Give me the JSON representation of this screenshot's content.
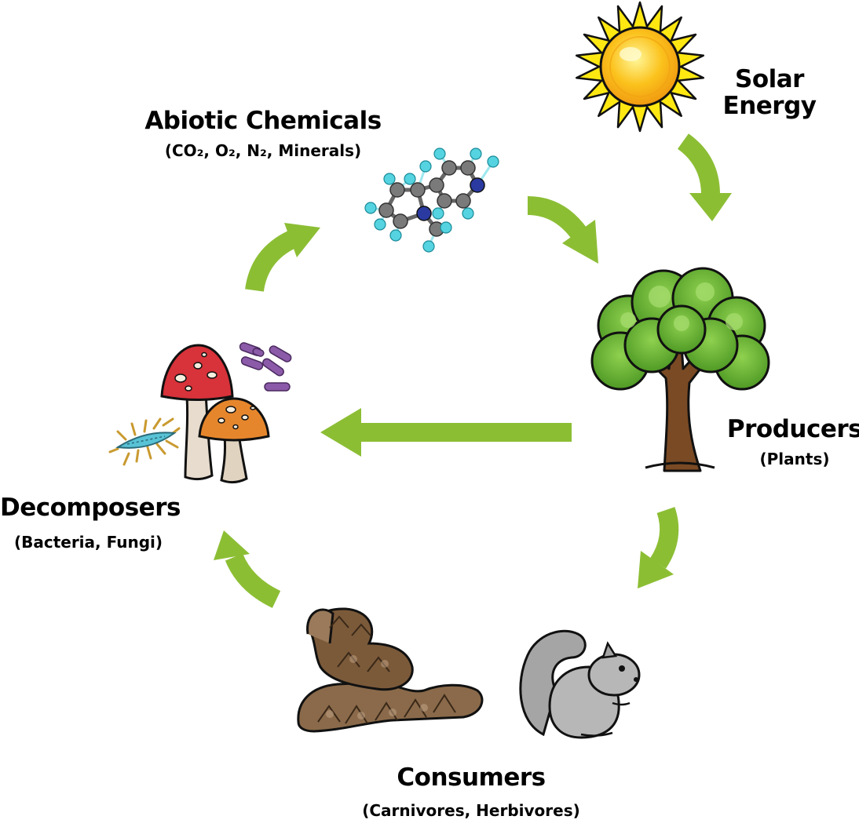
{
  "diagram": {
    "nodes": {
      "solar": {
        "title_line1": "Solar",
        "title_line2": "Energy",
        "icon": "sun-icon"
      },
      "abiotic": {
        "title": "Abiotic Chemicals",
        "subtitle": "(CO₂, O₂, N₂, Minerals)",
        "icon": "molecule-icon"
      },
      "producers": {
        "title": "Producers",
        "subtitle": "(Plants)",
        "icon": "tree-icon"
      },
      "consumers": {
        "title": "Consumers",
        "subtitle": "(Carnivores, Herbivores)",
        "icons": [
          "snake-icon",
          "squirrel-icon"
        ]
      },
      "decomposers": {
        "title": "Decomposers",
        "subtitle": "(Bacteria, Fungi)",
        "icons": [
          "mushroom-icon",
          "bacteria-icon",
          "bug-icon"
        ]
      }
    },
    "arrows": [
      {
        "from": "Solar Energy",
        "to": "Producers"
      },
      {
        "from": "Abiotic Chemicals",
        "to": "Producers"
      },
      {
        "from": "Producers",
        "to": "Consumers"
      },
      {
        "from": "Consumers",
        "to": "Decomposers"
      },
      {
        "from": "Decomposers",
        "to": "Abiotic Chemicals"
      },
      {
        "from": "Producers",
        "to": "Decomposers"
      }
    ],
    "colors": {
      "arrow": "#8cbe34",
      "sun_rays": "#ffe812",
      "sun_core": "#fbb614",
      "tree_leaves": "#5fa52c",
      "tree_trunk": "#7a4a24",
      "mushroom_red": "#d8323a",
      "mushroom_orange": "#e6862c",
      "bacteria": "#8b5aa8",
      "molecule_carbon": "#7a7a7a",
      "molecule_hydrogen": "#55d3e0",
      "molecule_nitrogen": "#2a3aa0"
    }
  }
}
